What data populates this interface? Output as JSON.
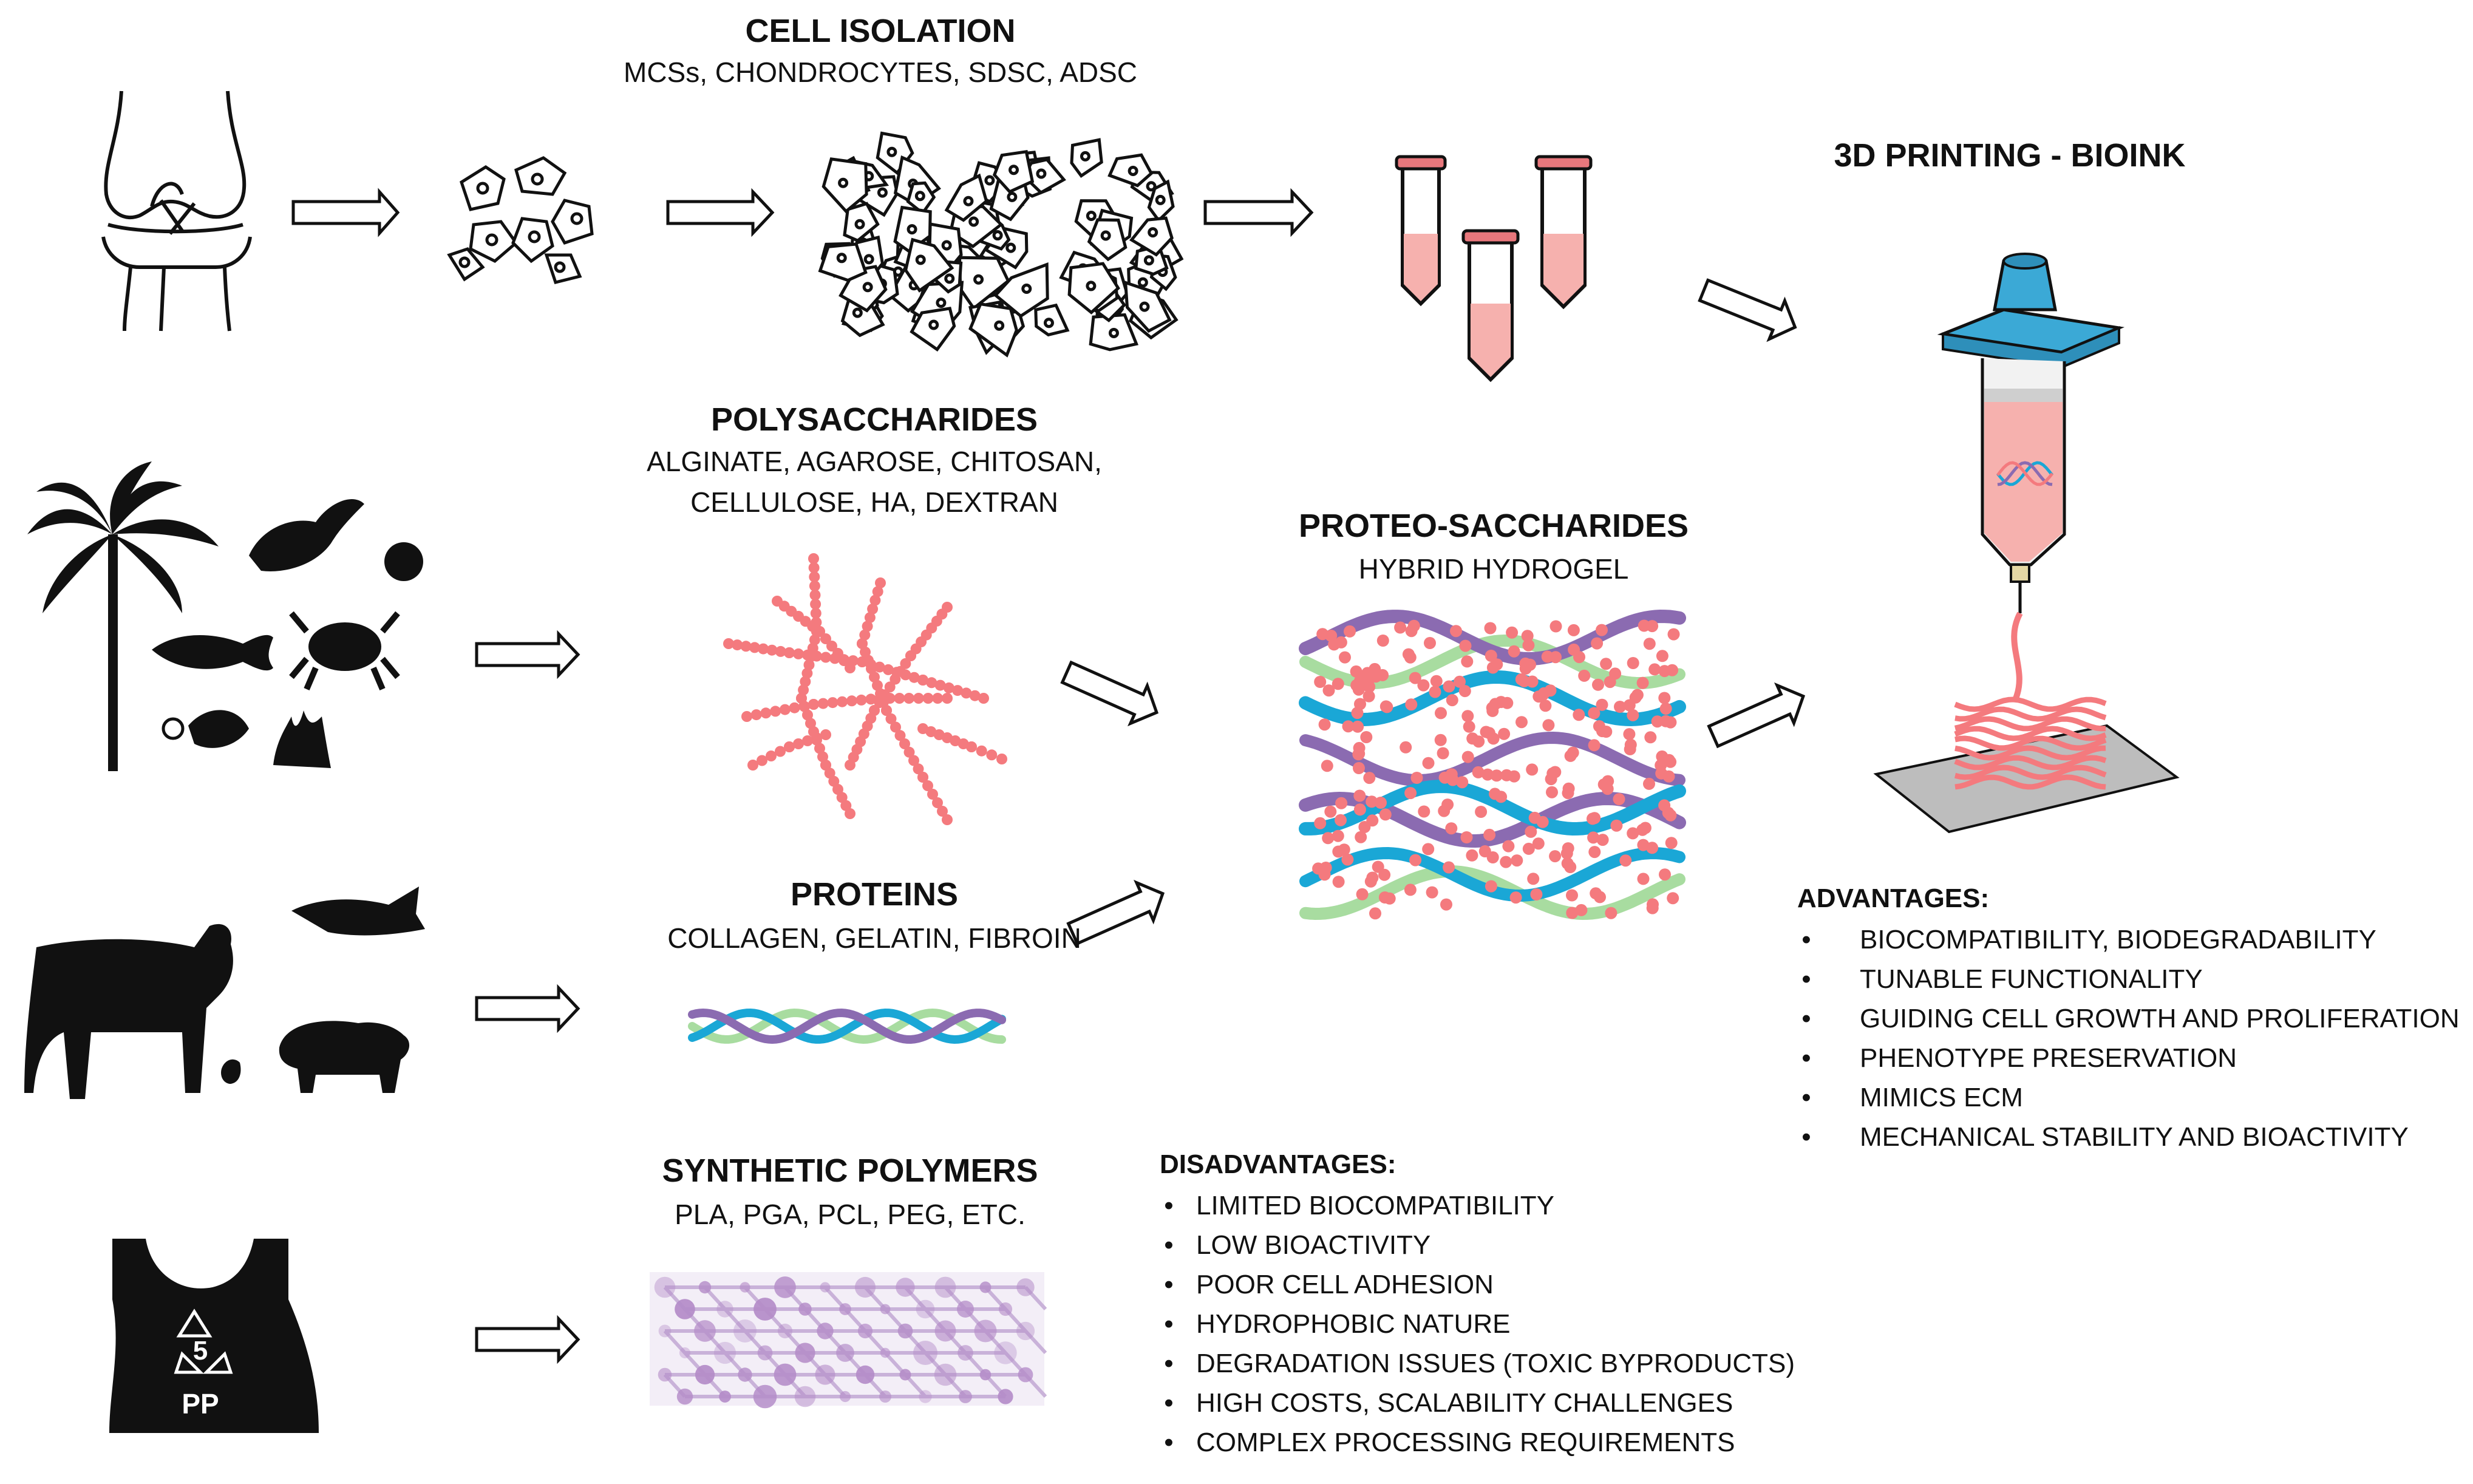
{
  "cell_isolation": {
    "title": "CELL ISOLATION",
    "subtitle": "MCSs, CHONDROCYTES, SDSC, ADSC"
  },
  "bioink": {
    "title": "3D PRINTING - BIOINK"
  },
  "polysaccharides": {
    "title": "POLYSACCHARIDES",
    "line1": "ALGINATE, AGAROSE, CHITOSAN,",
    "line2": "CELLULOSE, HA, DEXTRAN"
  },
  "proteo": {
    "title": "PROTEO-SACCHARIDES",
    "subtitle": "HYBRID HYDROGEL"
  },
  "proteins": {
    "title": "PROTEINS",
    "subtitle": "COLLAGEN, GELATIN, FIBROIN"
  },
  "synthetic": {
    "title": "SYNTHETIC POLYMERS",
    "subtitle": "PLA, PGA, PCL, PEG, ETC."
  },
  "pp_symbol": {
    "number": "5",
    "label": "PP"
  },
  "advantages": {
    "heading": "ADVANTAGES:",
    "items": [
      "BIOCOMPATIBILITY, BIODEGRADABILITY",
      "TUNABLE FUNCTIONALITY",
      "GUIDING CELL GROWTH AND PROLIFERATION",
      "PHENOTYPE PRESERVATION",
      "MIMICS ECM",
      "MECHANICAL STABILITY AND BIOACTIVITY"
    ]
  },
  "disadvantages": {
    "heading": "DISADVANTAGES:",
    "items": [
      "LIMITED BIOCOMPATIBILITY",
      "LOW BIOACTIVITY",
      "POOR CELL ADHESION",
      "HYDROPHOBIC NATURE",
      "DEGRADATION ISSUES (TOXIC BYPRODUCTS)",
      "HIGH COSTS, SCALABILITY CHALLENGES",
      "COMPLEX PROCESSING REQUIREMENTS"
    ]
  },
  "bullet_char": "•",
  "colors": {
    "polysaccharide_pink": "#F47A7E",
    "protein_blue": "#1AA7D6",
    "protein_purple": "#8B6BB1",
    "protein_green": "#A8DCA0",
    "tube_pink": "#F6B1AE",
    "printer_cap_blue": "#3BA9D6",
    "synthetic_purple": "#B48CC8"
  }
}
